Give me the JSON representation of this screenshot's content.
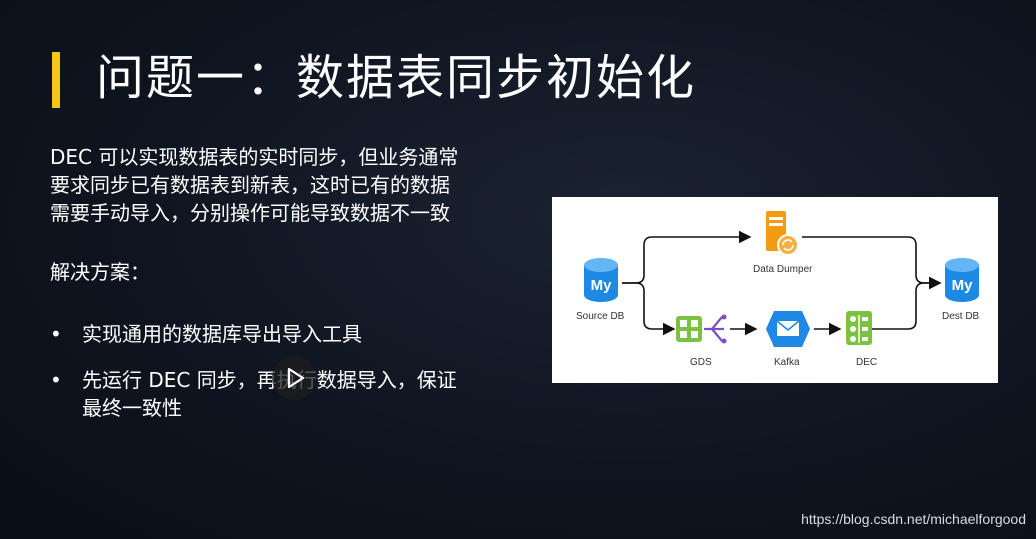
{
  "slide": {
    "title": "问题一：数据表同步初始化",
    "paragraph_lines": [
      "DEC 可以实现数据表的实时同步，但业务通常",
      "要求同步已有数据表到新表，这时已有的数据",
      "需要手动导入，分别操作可能导致数据不一致"
    ],
    "solution_heading": "解决方案：",
    "bullets": [
      {
        "dot": "•",
        "lines": [
          "实现通用的数据库导出导入工具"
        ]
      },
      {
        "dot": "•",
        "lines": [
          "先运行 DEC 同步，再执行数据导入，保证",
          "最终一致性"
        ]
      }
    ],
    "accent_color": "#f5c518"
  },
  "diagram": {
    "nodes": {
      "source_db": {
        "label": "Source DB",
        "icon_text": "My"
      },
      "data_dumper": {
        "label": "Data Dumper"
      },
      "gds": {
        "label": "GDS"
      },
      "kafka": {
        "label": "Kafka"
      },
      "dec": {
        "label": "DEC"
      },
      "dest_db": {
        "label": "Dest DB",
        "icon_text": "My"
      }
    },
    "colors": {
      "db_blue": "#1e88e5",
      "dumper_orange": "#f39c12",
      "green": "#7cc242",
      "kafka_blue": "#1e88e5",
      "purple": "#7b4fc0"
    }
  },
  "video": {
    "play_icon": "play-icon"
  },
  "watermark": "https://blog.csdn.net/michaelforgood"
}
